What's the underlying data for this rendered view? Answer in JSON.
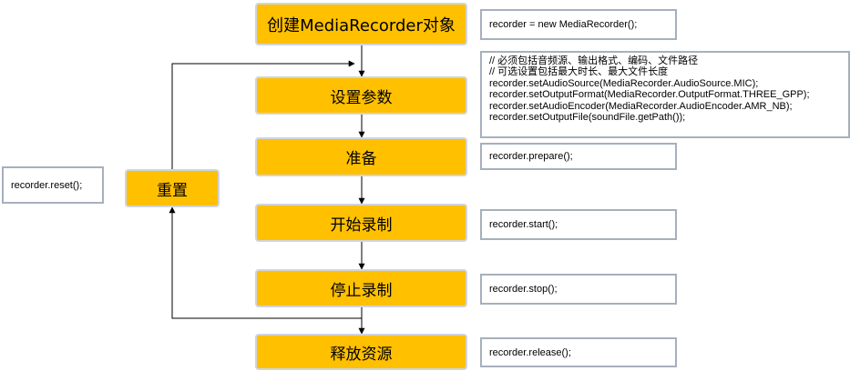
{
  "steps": {
    "create": "创建MediaRecorder对象",
    "configure": "设置参数",
    "prepare": "准备",
    "start": "开始录制",
    "stop": "停止录制",
    "release": "释放资源",
    "reset": "重置"
  },
  "code": {
    "create": "recorder = new MediaRecorder();",
    "configure": [
      "// 必须包括音频源、输出格式、编码、文件路径",
      "// 可选设置包括最大时长、最大文件长度",
      "recorder.setAudioSource(MediaRecorder.AudioSource.MIC);",
      "recorder.setOutputFormat(MediaRecorder.OutputFormat.THREE_GPP);",
      "recorder.setAudioEncoder(MediaRecorder.AudioEncoder.AMR_NB);",
      "recorder.setOutputFile(soundFile.getPath());"
    ],
    "prepare": "recorder.prepare();",
    "start": "recorder.start();",
    "stop": "recorder.stop();",
    "release": "recorder.release();",
    "reset": "recorder.reset();"
  },
  "colors": {
    "step_fill": "#ffc000",
    "step_border": "#cfd5de",
    "code_border": "#a6b0bd",
    "connector": "#000000"
  }
}
